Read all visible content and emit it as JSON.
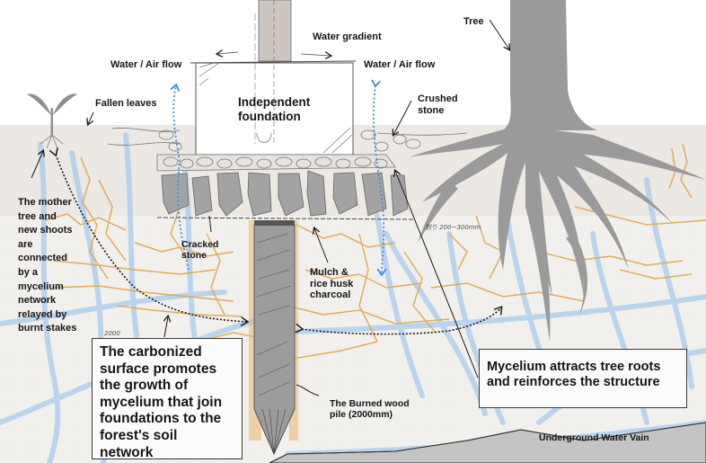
{
  "title": "Burned wood pile foundation and mycelium network",
  "colors": {
    "soil": "#ece8e3",
    "soil_lower": "#f2f0ed",
    "tree": "#9a9a9a",
    "stone": "#a3a3a3",
    "pile": "#9c9c9c",
    "pile_char": "#e9b76a",
    "mycelium": "#e2a54a",
    "water": "#a9cbee",
    "air_arrow": "#3d8ee3",
    "ink": "#1a1a1a",
    "bedrock": "#c4c4c4"
  },
  "labels": {
    "water_gradient": "Water gradient",
    "water_air_flow_left": "Water / Air flow",
    "water_air_flow_right": "Water / Air flow",
    "fallen_leaves": "Fallen leaves",
    "independent_foundation": "Independent\nfoundation",
    "crushed_stone": "Crushed\nstone",
    "tree": "Tree",
    "mother_tree": "The mother\ntree and\nnew shoots\nare\nconnected\nby a\nmycelium\nnetwork\nrelayed by\nburnt stakes",
    "cracked_stone": "Cracked\nstone",
    "mulch": "Mulch &\nrice husk\ncharcoal",
    "burned_pile": "The Burned wood\npile (2000mm)",
    "underground_water": "Underground Water Vain"
  },
  "callouts": {
    "carbonized": "The carbonized\nsurface promotes\nthe growth of\nmycelium that join\nfoundations to the\nforest's soil network",
    "mycelium_roots": "Mycelium attracts tree roots\nand reinforces the structure"
  },
  "handwritten": {
    "spacing_note": "割り\n200~300mm",
    "depth_note": "2000"
  },
  "icons": [
    "seedling-icon",
    "tree-icon",
    "arrow-icon",
    "dotted-arrow-icon"
  ]
}
